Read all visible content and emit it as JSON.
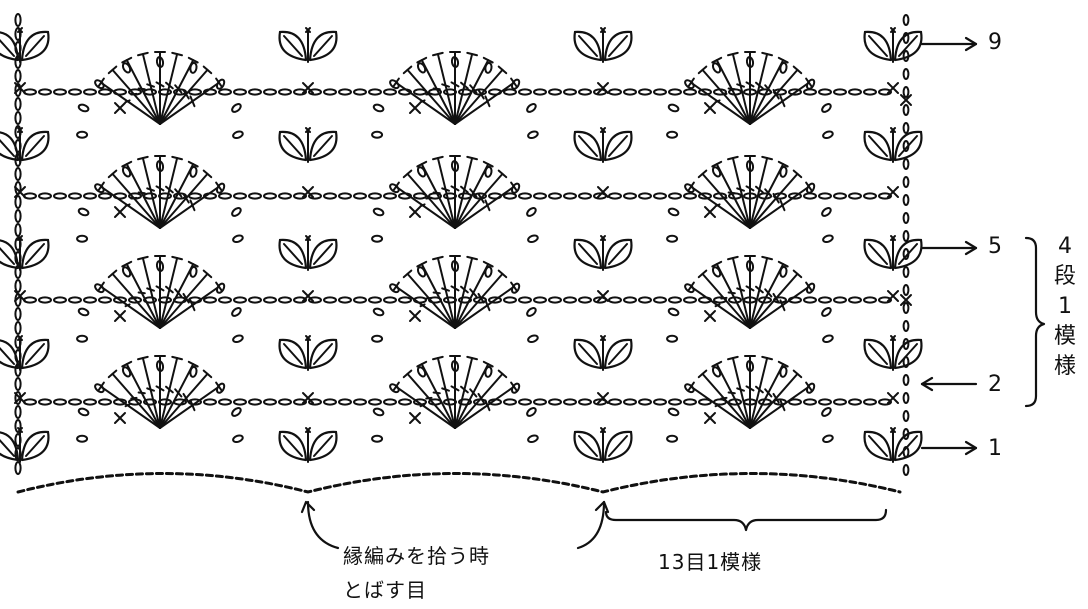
{
  "row_labels": {
    "row9": "9",
    "row5": "5",
    "row2": "2",
    "row1": "1"
  },
  "repeat_vertical": [
    "4",
    "段",
    "1",
    "模",
    "様"
  ],
  "repeat_horizontal": "13目1模様",
  "skip_note_line1": "縁編みを拾う時",
  "skip_note_line2": "とばす目"
}
